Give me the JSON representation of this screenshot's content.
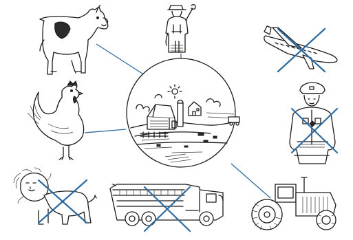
{
  "diagram": {
    "center": {
      "icon": "farm-scene-icon",
      "label": ""
    },
    "items": [
      {
        "id": "cow",
        "icon": "cow-icon",
        "related": true
      },
      {
        "id": "farmer",
        "icon": "farmer-icon",
        "related": true
      },
      {
        "id": "airplane",
        "icon": "airplane-icon",
        "related": false
      },
      {
        "id": "rooster",
        "icon": "rooster-icon",
        "related": true
      },
      {
        "id": "police-officer",
        "icon": "police-officer-icon",
        "related": false
      },
      {
        "id": "lion",
        "icon": "lion-icon",
        "related": false
      },
      {
        "id": "fire-truck",
        "icon": "fire-truck-icon",
        "related": false
      },
      {
        "id": "tractor",
        "icon": "tractor-icon",
        "related": true
      }
    ],
    "connector_color": "#2d6aa0",
    "cross_color": "#2d6aa0"
  }
}
